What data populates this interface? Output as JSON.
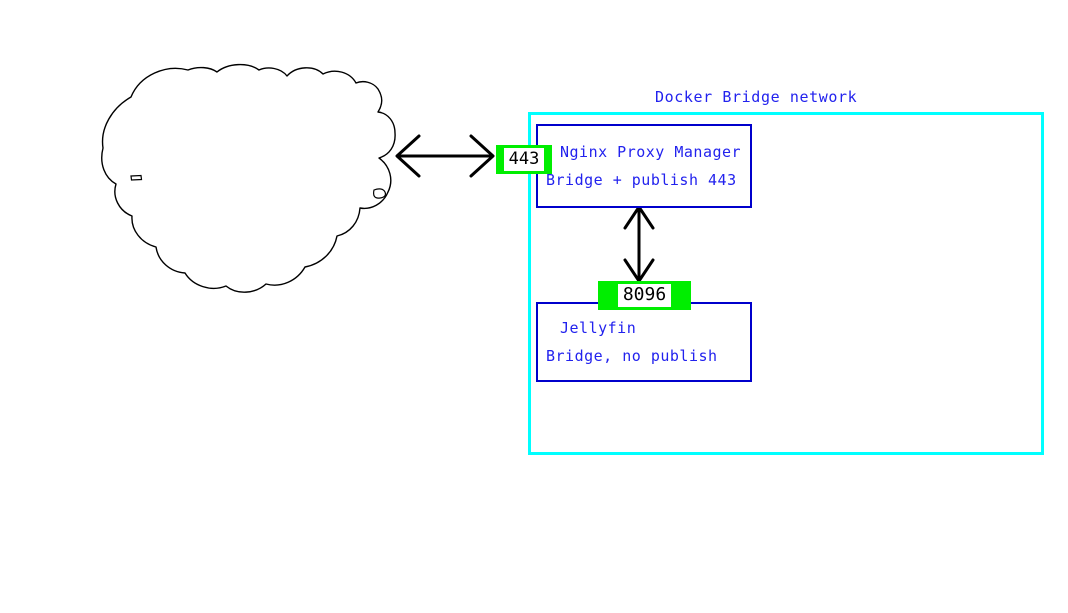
{
  "diagram": {
    "title": "Docker Bridge network",
    "background_color": "#ffffff",
    "network": {
      "label": "Docker Bridge network",
      "border_color": "#00ffff",
      "name": "docker-bridge-network"
    },
    "external": {
      "shape": "cloud",
      "name": "internet-cloud",
      "label": ""
    },
    "services": [
      {
        "id": "nginx-proxy-manager",
        "name": "Nginx Proxy Manager",
        "mode": "Bridge + publish 443",
        "border_color": "#0000cc",
        "text_color": "#2222ee"
      },
      {
        "id": "jellyfin",
        "name": "Jellyfin",
        "mode": "Bridge, no publish",
        "border_color": "#0000cc",
        "text_color": "#2222ee"
      }
    ],
    "ports": [
      {
        "id": "port-443",
        "value": "443",
        "badge_color": "#00ee00",
        "attached_to": "nginx-proxy-manager"
      },
      {
        "id": "port-8096",
        "value": "8096",
        "badge_color": "#00ee00",
        "attached_to": "jellyfin"
      }
    ],
    "connections": [
      {
        "id": "cloud-to-npm",
        "from": "internet-cloud",
        "to": "port-443",
        "style": "double-headed-arrow",
        "orientation": "horizontal",
        "color": "#000000"
      },
      {
        "id": "npm-to-jellyfin",
        "from": "nginx-proxy-manager",
        "to": "port-8096",
        "style": "double-headed-arrow",
        "orientation": "vertical",
        "color": "#000000"
      }
    ]
  }
}
